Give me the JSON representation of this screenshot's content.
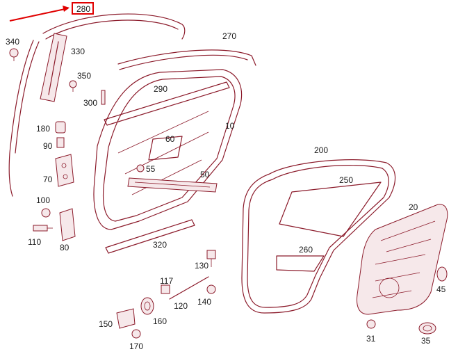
{
  "highlight": {
    "label": "280",
    "color": "#e00000"
  },
  "colors": {
    "line": "#8b1a2a",
    "text": "#1a1a1a"
  },
  "parts": {
    "p10": "10",
    "p20": "20",
    "p31": "31",
    "p35": "35",
    "p45": "45",
    "p50": "50",
    "p55": "55",
    "p60": "60",
    "p70": "70",
    "p80": "80",
    "p90": "90",
    "p100": "100",
    "p110": "110",
    "p117": "117",
    "p120": "120",
    "p130": "130",
    "p140": "140",
    "p150": "150",
    "p160": "160",
    "p170": "170",
    "p180": "180",
    "p200": "200",
    "p250": "250",
    "p260": "260",
    "p270": "270",
    "p290": "290",
    "p300": "300",
    "p320": "320",
    "p330": "330",
    "p340": "340",
    "p350": "350"
  }
}
